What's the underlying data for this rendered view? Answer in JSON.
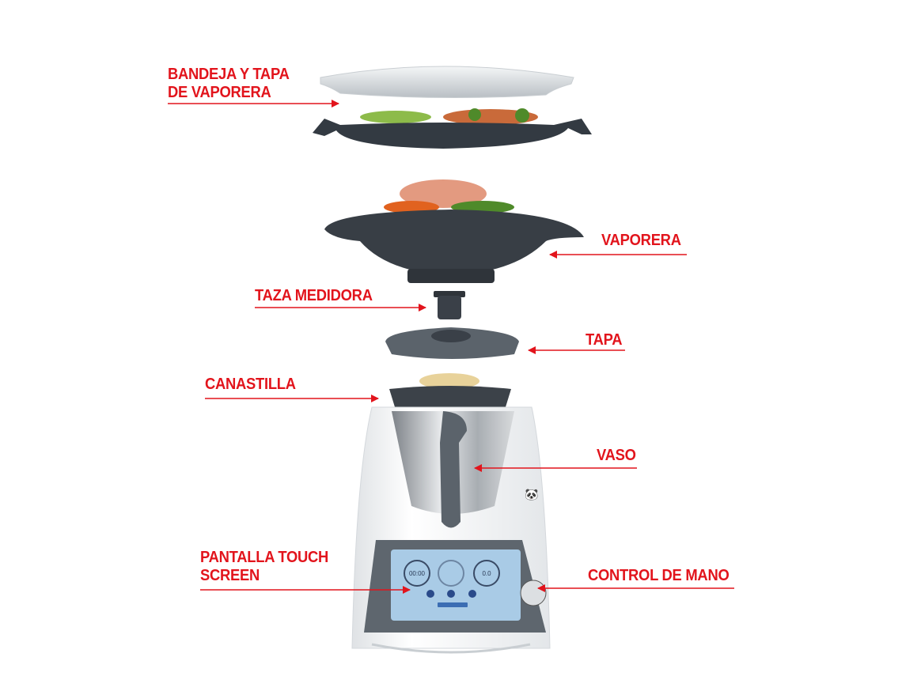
{
  "labels": {
    "bandeja_line1": "BANDEJA Y TAPA",
    "bandeja_line2": "DE VAPORERA",
    "vaporera": "VAPORERA",
    "taza_medidora": "TAZA MEDIDORA",
    "tapa": "TAPA",
    "canastilla": "CANASTILLA",
    "vaso": "VASO",
    "pantalla_line1": "PANTALLA TOUCH",
    "pantalla_line2": "SCREEN",
    "control_de_mano": "CONTROL DE MANO"
  },
  "screen": {
    "timer": "00:00",
    "speed": "0.0"
  },
  "colors": {
    "label_red": "#e2141c",
    "dark_plastic": "#3a3f46",
    "body_white": "#f4f5f6",
    "screen_blue": "#a9cbe6"
  }
}
